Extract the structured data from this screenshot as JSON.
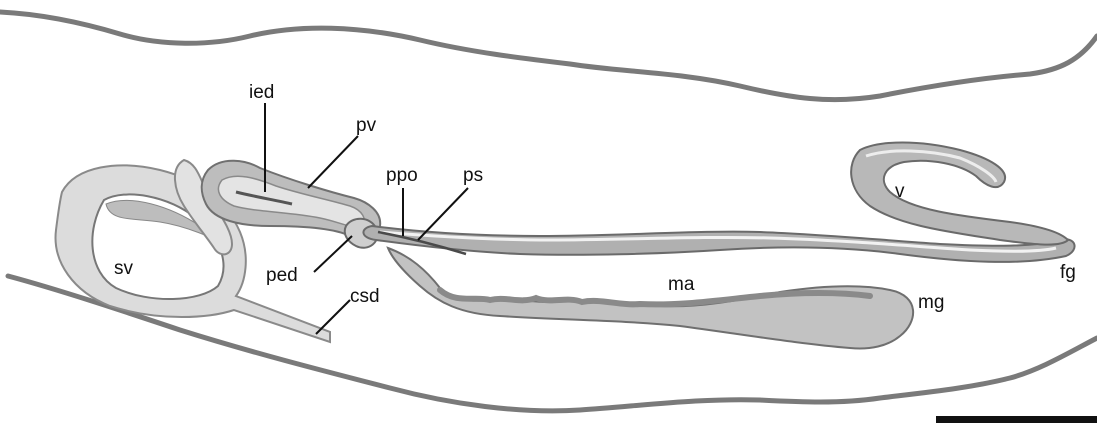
{
  "labels": {
    "ied": "ied",
    "pv": "pv",
    "ppo": "ppo",
    "ps": "ps",
    "sv": "sv",
    "ped": "ped",
    "csd": "csd",
    "ma": "ma",
    "mg": "mg",
    "v": "v",
    "fg": "fg"
  },
  "colors": {
    "body_wall": "#7a7a7a",
    "tissue_fill": "#bdbdbd",
    "tissue_light": "#dcdcdc",
    "tissue_dark": "#9e9e9e",
    "outline": "#6e6e6e",
    "label_text": "#111111",
    "scale_bar": "#111111"
  }
}
